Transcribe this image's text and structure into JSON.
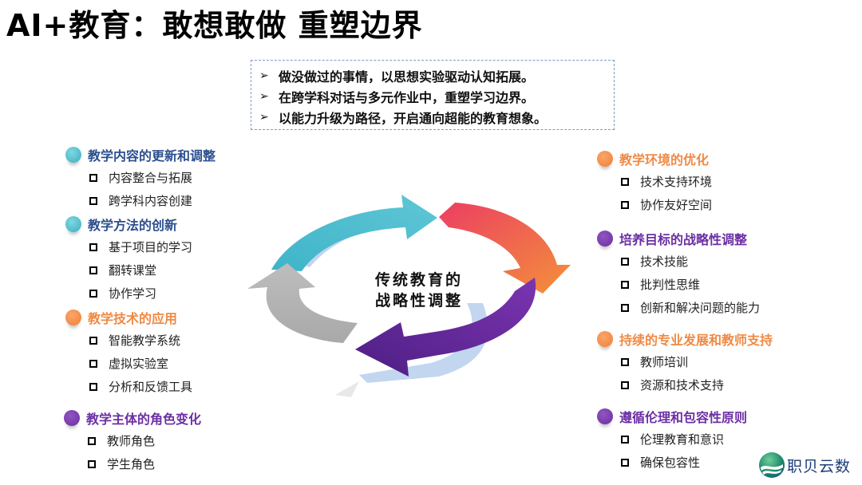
{
  "title": "AI+教育：敢想敢做 重塑边界",
  "quote_box": {
    "lines": [
      "做没做过的事情，以思想实验驱动认知拓展。",
      "在跨学科对话与多元作业中，重塑学习边界。",
      "以能力升级为路径，开启通向超能的教育想象。"
    ],
    "bullet_glyph": "➢"
  },
  "center": {
    "line1": "传统教育的",
    "line2": "战略性调整"
  },
  "cycle_colors": {
    "teal": "#45b8cc",
    "red_orange": "#ee4d5f",
    "orange": "#f08a3c",
    "purple": "#5e2a96",
    "gray": "#b3b3b3",
    "shadow_blue": "#a9c4ea"
  },
  "left_groups": [
    {
      "color": "teal",
      "title": "教学内容的更新和调整",
      "items": [
        "内容整合与拓展",
        "跨学科内容创建"
      ]
    },
    {
      "color": "teal",
      "title": "教学方法的创新",
      "items": [
        "基于项目的学习",
        "翻转课堂",
        "协作学习"
      ]
    },
    {
      "color": "orange",
      "title": "教学技术的应用",
      "items": [
        "智能教学系统",
        "虚拟实验室",
        "分析和反馈工具"
      ]
    },
    {
      "color": "purple",
      "title": "教学主体的角色变化",
      "items": [
        "教师角色",
        "学生角色"
      ]
    }
  ],
  "right_groups": [
    {
      "color": "orange",
      "title": "教学环境的优化",
      "items": [
        "技术支持环境",
        "协作友好空间"
      ]
    },
    {
      "color": "purple",
      "title": "培养目标的战略性调整",
      "items": [
        "技术技能",
        "批判性思维",
        "创新和解决问题的能力"
      ]
    },
    {
      "color": "orange",
      "title": "持续的专业发展和教师支持",
      "items": [
        "教师培训",
        "资源和技术支持"
      ]
    },
    {
      "color": "purple",
      "title": "遵循伦理和包容性原则",
      "items": [
        "伦理教育和意识",
        "确保包容性"
      ]
    }
  ],
  "logo": {
    "text": "职贝云数"
  }
}
